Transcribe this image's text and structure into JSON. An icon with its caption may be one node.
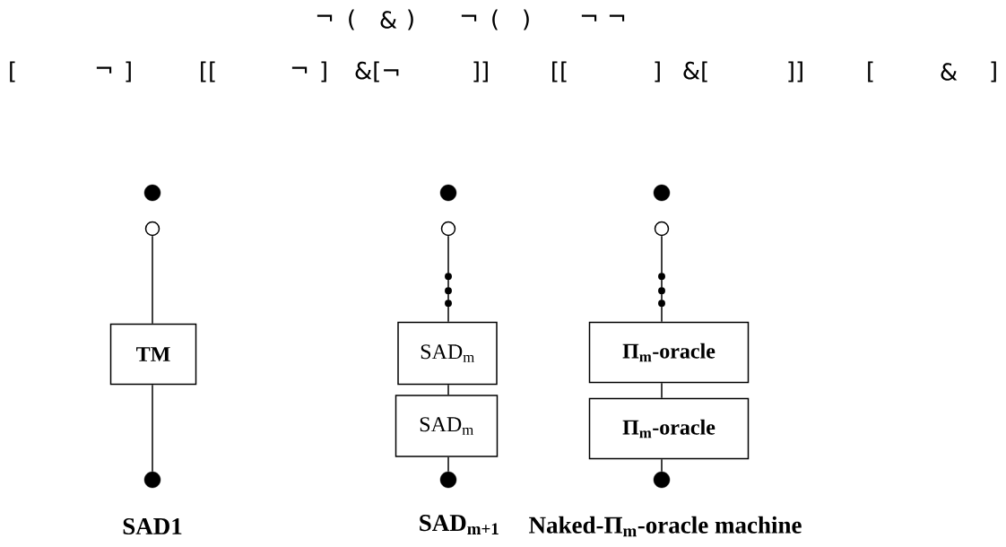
{
  "diagram": {
    "nodes": [
      {
        "text": [],
        "shape": "dot"
      },
      {
        "text": [],
        "shape": "circle"
      },
      {
        "text": [
          "TM"
        ]
      },
      {
        "text": [],
        "shape": "dot"
      },
      {
        "text": [],
        "shape": "dot"
      },
      {
        "text": [],
        "shape": "circle"
      },
      {
        "text": [
          "SAD$_{m}$"
        ]
      },
      {
        "text": [
          "SAD$_{m}$"
        ]
      },
      {
        "text": [],
        "shape": "dot"
      },
      {
        "text": [],
        "shape": "dot"
      },
      {
        "text": [],
        "shape": "circle"
      },
      {
        "text": [
          "Π$_{m}$-oracle"
        ]
      },
      {
        "text": [
          "Π$_{m}$-oracle"
        ]
      },
      {
        "text": [],
        "shape": "dot"
      }
    ],
    "edges": [
      {
        "from": 1,
        "to": 2,
        "arrow": "none"
      },
      {
        "from": 2,
        "to": 3,
        "arrow": "none"
      },
      {
        "from": 5,
        "to": 6,
        "arrow": "none"
      },
      {
        "from": 6,
        "to": 7,
        "arrow": "none"
      },
      {
        "from": 7,
        "to": 8,
        "arrow": "none"
      },
      {
        "from": 10,
        "to": 11,
        "arrow": "none"
      },
      {
        "from": 11,
        "to": 12,
        "arrow": "none"
      },
      {
        "from": 12,
        "to": 13,
        "arrow": "none"
      }
    ],
    "labels": [
      "¬",
      "(",
      "&",
      ")",
      "¬",
      "(",
      ")",
      "¬",
      "¬",
      "[",
      "¬",
      "]",
      "[[",
      "¬",
      "]",
      "&[¬",
      "]]",
      "[[",
      "]",
      "&[",
      "]]",
      "[",
      "&",
      "]",
      "SAD1",
      "SAD$_{m+1}$",
      "Naked-Π$_{m}$-oracle machine"
    ]
  }
}
